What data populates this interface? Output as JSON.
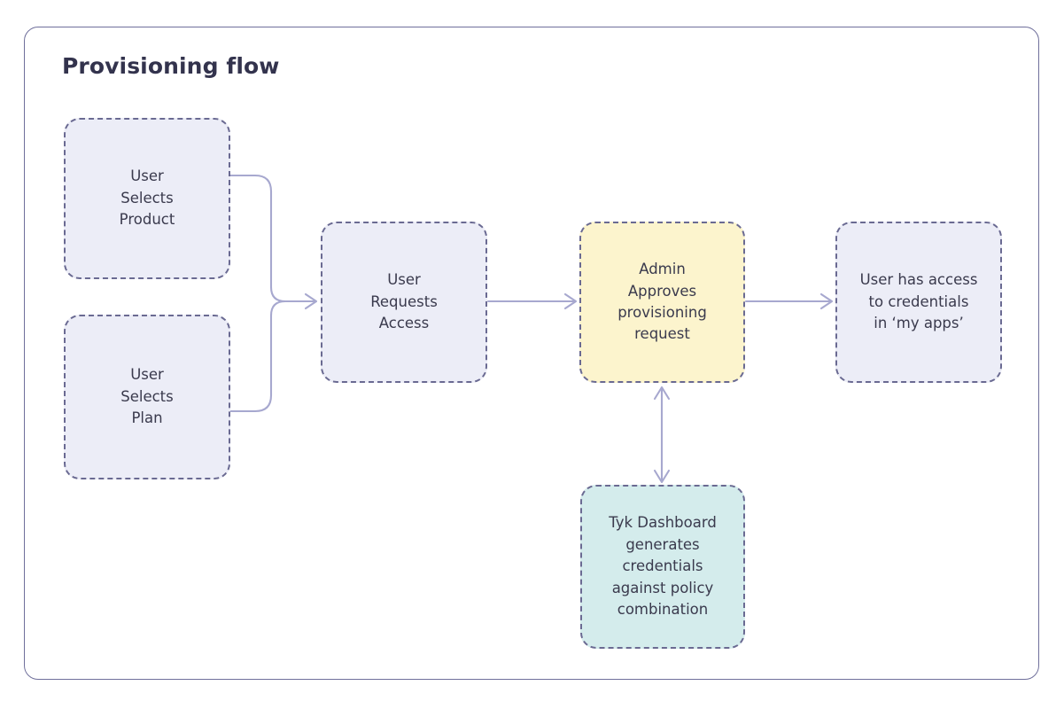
{
  "diagram": {
    "title": "Provisioning flow",
    "background": "#ffffff",
    "frame_border_color": "#6f6f9b",
    "connector_color": "#a7a8cf",
    "node_border_color": "#6a6a92",
    "nodes": [
      {
        "id": "user-selects-product",
        "label": "User\nSelects\nProduct",
        "lines": [
          "User",
          "Selects",
          "Product"
        ],
        "fill": "#ecedf7",
        "style": "dashed"
      },
      {
        "id": "user-selects-plan",
        "label": "User\nSelects\nPlan",
        "lines": [
          "User",
          "Selects",
          "Plan"
        ],
        "fill": "#ecedf7",
        "style": "dashed"
      },
      {
        "id": "user-requests-access",
        "label": "User\nRequests\nAccess",
        "lines": [
          "User",
          "Requests",
          "Access"
        ],
        "fill": "#ecedf7",
        "style": "dashed"
      },
      {
        "id": "admin-approves",
        "label": "Admin\nApproves\nprovisioning\nrequest",
        "lines": [
          "Admin",
          "Approves",
          "provisioning",
          "request"
        ],
        "fill": "#fcf4cd",
        "style": "dashed"
      },
      {
        "id": "user-has-access",
        "label": "User has access\nto credentials\nin ‘my apps’",
        "lines": [
          "User has access",
          "to credentials",
          "in ‘my apps’"
        ],
        "fill": "#ecedf7",
        "style": "dashed"
      },
      {
        "id": "tyk-dashboard",
        "label": "Tyk Dashboard\ngenerates\ncredentials\nagainst policy\ncombination",
        "lines": [
          "Tyk Dashboard",
          "generates",
          "credentials",
          "against policy",
          "combination"
        ],
        "fill": "#d4ecec",
        "style": "dashed"
      }
    ],
    "edges": [
      {
        "id": "product-to-requests",
        "from": "user-selects-product",
        "to": "user-requests-access",
        "direction": "forward"
      },
      {
        "id": "plan-to-requests",
        "from": "user-selects-plan",
        "to": "user-requests-access",
        "direction": "forward"
      },
      {
        "id": "requests-to-admin",
        "from": "user-requests-access",
        "to": "admin-approves",
        "direction": "forward"
      },
      {
        "id": "admin-to-access",
        "from": "admin-approves",
        "to": "user-has-access",
        "direction": "forward"
      },
      {
        "id": "admin-tyk-bidirectional",
        "from": "admin-approves",
        "to": "tyk-dashboard",
        "direction": "bidirectional"
      }
    ]
  }
}
